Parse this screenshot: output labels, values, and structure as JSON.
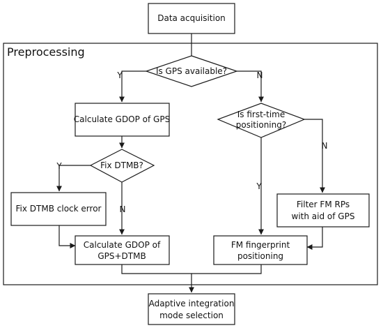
{
  "diagram": {
    "group_label": "Preprocessing",
    "nodes": {
      "data_acquisition": "Data acquisition",
      "is_gps_available": "Is GPS available?",
      "calc_gdop_gps": "Calculate GDOP of GPS",
      "is_first_time_l1": "Is first-time",
      "is_first_time_l2": "positioning?",
      "fix_dtmb": "Fix DTMB?",
      "fix_dtmb_clock": "Fix DTMB clock error",
      "filter_fm_l1": "Filter FM RPs",
      "filter_fm_l2": "with aid of GPS",
      "calc_gdop_dtmb_l1": "Calculate GDOP of",
      "calc_gdop_dtmb_l2": "GPS+DTMB",
      "fm_fp_l1": "FM fingerprint",
      "fm_fp_l2": "positioning",
      "adaptive_l1": "Adaptive integration",
      "adaptive_l2": "mode selection"
    },
    "edge_labels": {
      "gps_yes": "Y",
      "gps_no": "N",
      "dtmb_yes": "Y",
      "dtmb_no": "N",
      "first_yes": "Y",
      "first_no": "N"
    }
  }
}
